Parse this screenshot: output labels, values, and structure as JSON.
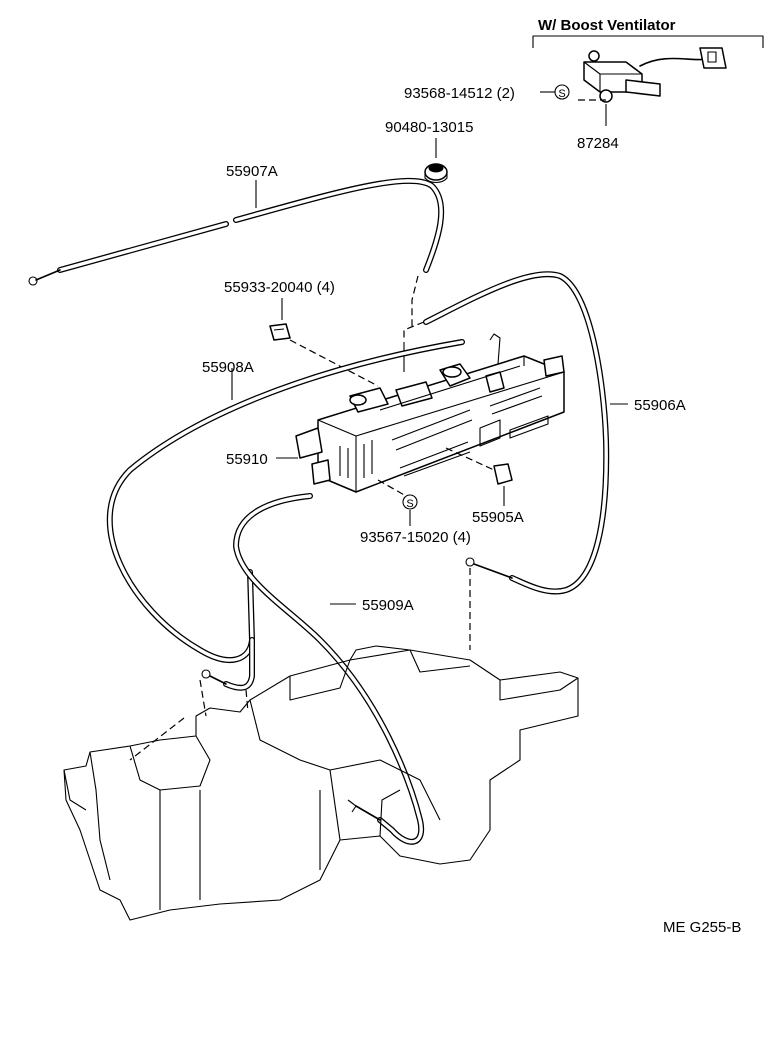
{
  "header": {
    "variant_label": "W/ Boost Ventilator"
  },
  "parts": {
    "p87284": "87284",
    "p93568": "93568-14512 (2)",
    "p90480": "90480-13015",
    "p55907A": "55907A",
    "p55933": "55933-20040 (4)",
    "p55908A": "55908A",
    "p55906A": "55906A",
    "p55910": "55910",
    "p55905A": "55905A",
    "p93567": "93567-15020 (4)",
    "p55909A": "55909A"
  },
  "symbols": {
    "screw_mark": "S"
  },
  "footer": {
    "code": "ME G255-B"
  }
}
